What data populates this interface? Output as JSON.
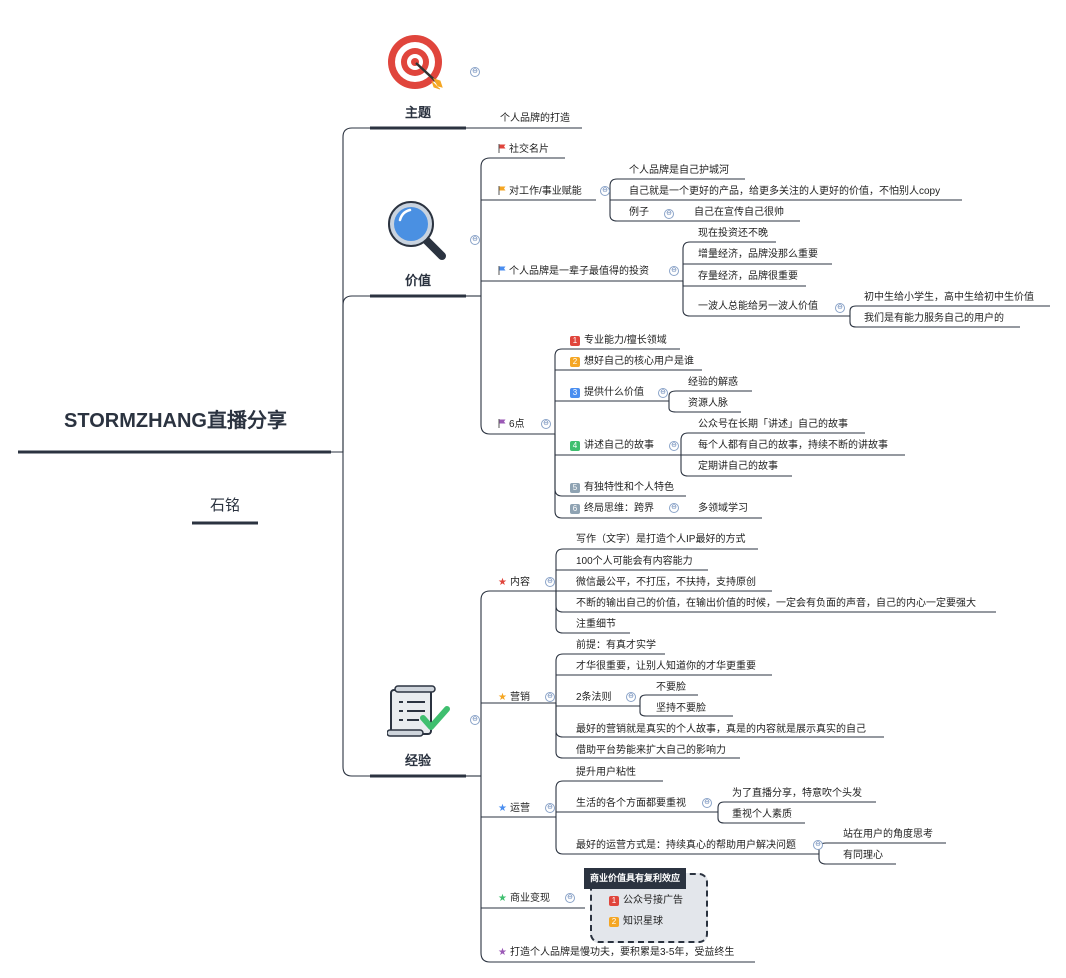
{
  "root": {
    "title": "STORMZHANG直播分享",
    "author": "石铭"
  },
  "branches": {
    "theme": {
      "label": "主题",
      "icon": "target-icon",
      "child": "个人品牌的打造"
    },
    "value": {
      "label": "价值",
      "icon": "magnifier-icon"
    },
    "experience": {
      "label": "经验",
      "icon": "checklist-icon"
    }
  },
  "value": {
    "card": "社交名片",
    "enable": {
      "label": "对工作/事业赋能",
      "moat": "个人品牌是自己护城河",
      "product": "自己就是一个更好的产品，给更多关注的人更好的价值，不怕别人copy",
      "example": "例子",
      "example_detail": "自己在宣传自己很帅"
    },
    "invest": {
      "label": "个人品牌是一辈子最值得的投资",
      "late": "现在投资还不晚",
      "incremental": "增量经济，品牌没那么重要",
      "stock": "存量经济，品牌很重要",
      "wave": "一波人总能给另一波人价值",
      "wave1": "初中生给小学生，高中生给初中生价值",
      "wave2": "我们是有能力服务自己的用户的"
    },
    "six": {
      "label": "6点",
      "p1": "专业能力/擅长领域",
      "p2": "想好自己的核心用户是谁",
      "p3": "提供什么价值",
      "p3a": "经验的解惑",
      "p3b": "资源人脉",
      "p4": "讲述自己的故事",
      "p4a": "公众号在长期「讲述」自己的故事",
      "p4b": "每个人都有自己的故事，持续不断的讲故事",
      "p4c": "定期讲自己的故事",
      "p5": "有独特性和个人特色",
      "p6": "终局思维：跨界",
      "p6a": "多领域学习"
    }
  },
  "experience": {
    "content": {
      "label": "内容",
      "c1": "写作（文字）是打造个人IP最好的方式",
      "c2": "100个人可能会有内容能力",
      "c3": "微信最公平，不打压，不扶持，支持原创",
      "c4": "不断的输出自己的价值，在输出价值的时候，一定会有负面的声音，自己的内心一定要强大",
      "c5": "注重细节"
    },
    "marketing": {
      "label": "营销",
      "m1": "前提：有真才实学",
      "m2": "才华很重要，让别人知道你的才华更重要",
      "m3": "2条法则",
      "m3a": "不要脸",
      "m3b": "坚持不要脸",
      "m4": "最好的营销就是真实的个人故事，真是的内容就是展示真实的自己",
      "m5": "借助平台势能来扩大自己的影响力"
    },
    "operation": {
      "label": "运营",
      "o1": "提升用户粘性",
      "o2": "生活的各个方面都要重视",
      "o2a": "为了直播分享，特意吹个头发",
      "o2b": "重视个人素质",
      "o3": "最好的运营方式是：持续真心的帮助用户解决问题",
      "o3a": "站在用户的角度思考",
      "o3b": "有同理心"
    },
    "monetize": {
      "label": "商业变现",
      "callout": "商业价值具有复利效应",
      "k1": "公众号接广告",
      "k2": "知识星球"
    },
    "final": "打造个人品牌是慢功夫，要积累是3-5年，受益终生"
  },
  "collapse_symbol": "⊖",
  "colors": {
    "line": "#2b3340",
    "red": "#e0453c",
    "orange": "#f5a623",
    "blue": "#4a8ef0",
    "purple": "#9b59b6",
    "green": "#3fbf6f",
    "grey": "#8fa3b3"
  }
}
